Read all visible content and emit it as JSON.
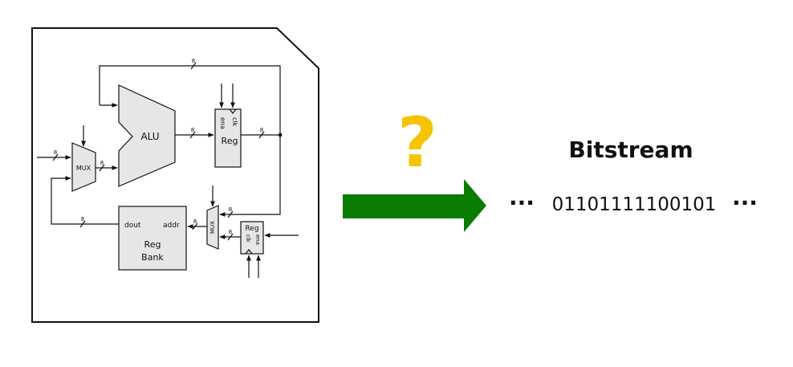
{
  "circuit": {
    "alu_label": "ALU",
    "reg_top_label": "Reg",
    "reg_top_clk": "clk",
    "reg_top_ena": "ena",
    "mux_left_label": "MUX",
    "mux_right_label": "MUX",
    "regbank_label_line1": "Reg",
    "regbank_label_line2": "Bank",
    "regbank_dout": "dout",
    "regbank_addr": "addr",
    "reg_small_label": "Reg",
    "reg_small_clk": "clk",
    "reg_small_ena": "ena",
    "bus_width": "8"
  },
  "question_mark": "?",
  "arrow_color": "#0a7d00",
  "question_color": "#f5c400",
  "bitstream": {
    "title": "Bitstream",
    "bits": "01101111100101",
    "dots_left": "···",
    "dots_right": "···"
  }
}
